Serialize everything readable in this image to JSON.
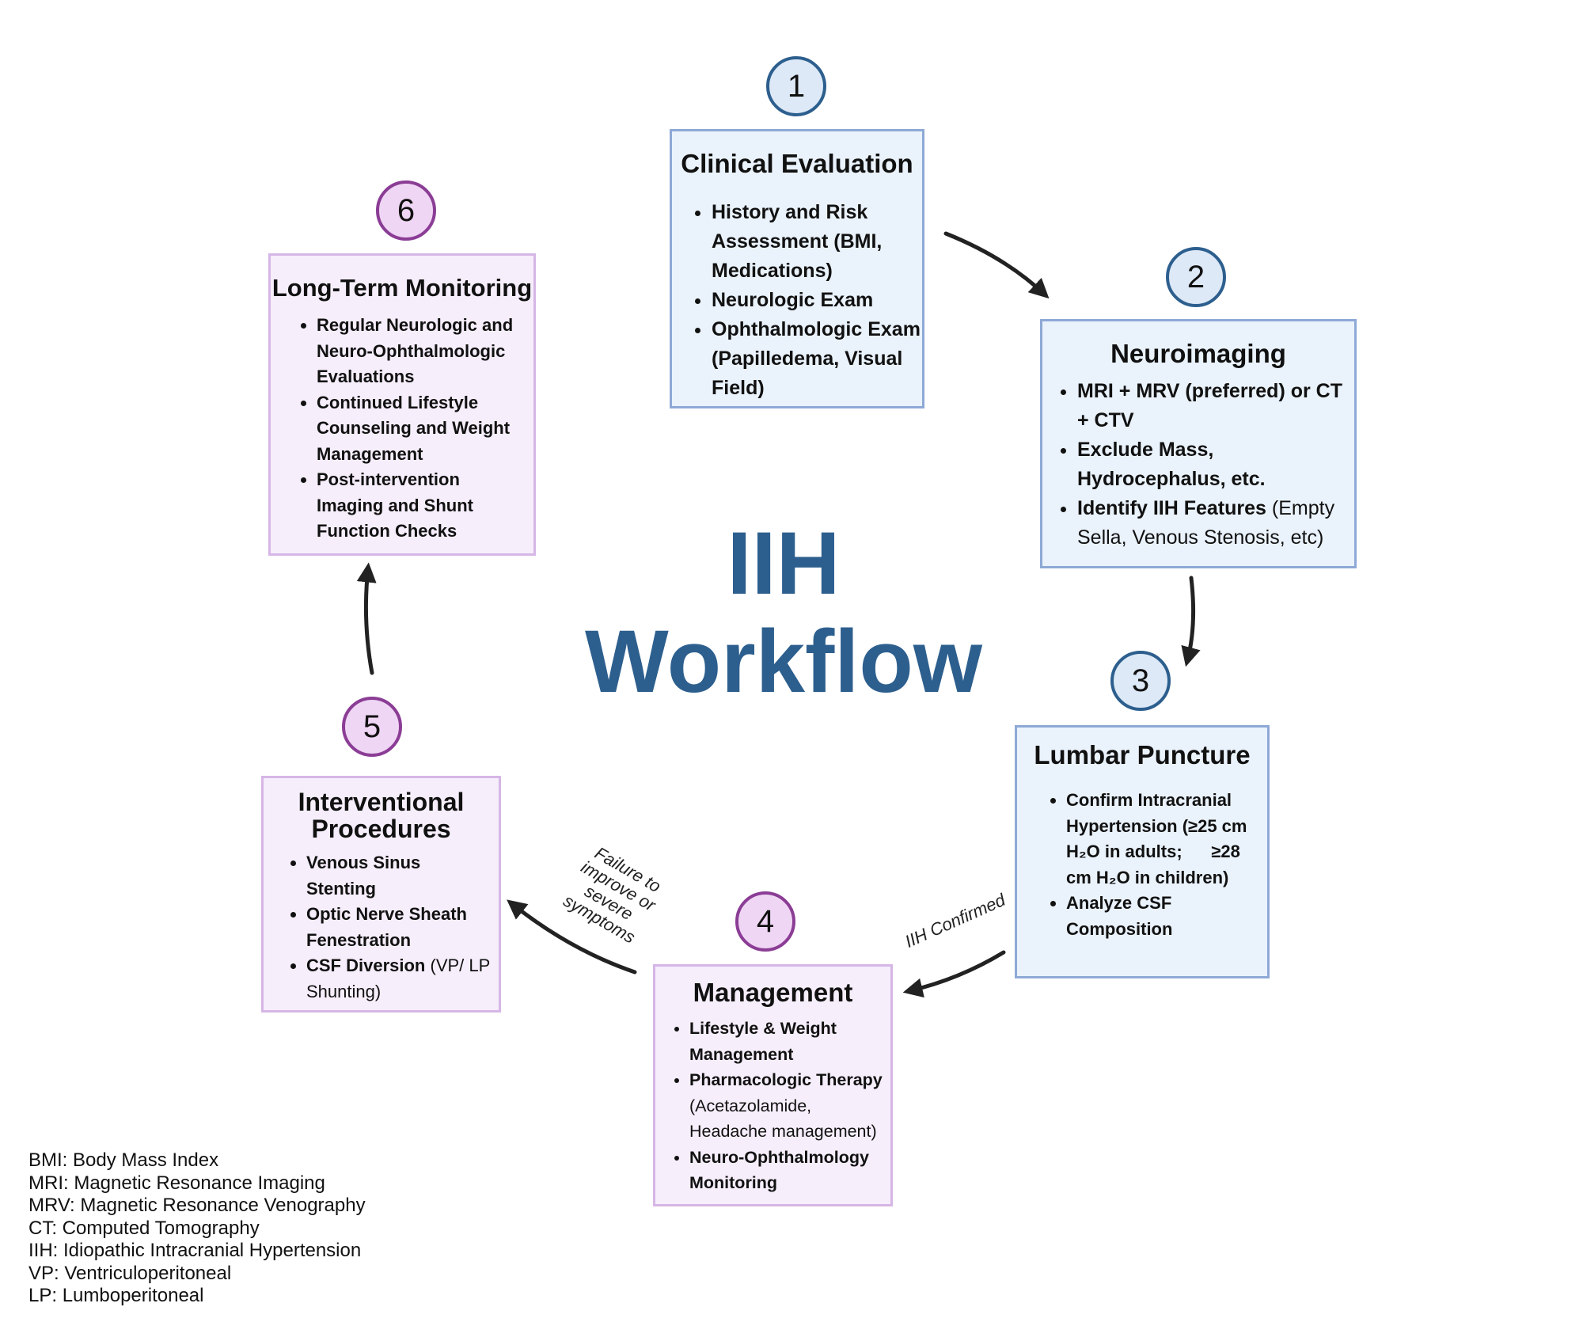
{
  "title": {
    "line1": "IIH",
    "line2": "Workflow"
  },
  "steps": [
    {
      "number": "1",
      "title": "Clinical Evaluation",
      "items": [
        {
          "bold": "History and Risk Assessment (BMI, Medications)",
          "plain": ""
        },
        {
          "bold": "Neurologic Exam",
          "plain": ""
        },
        {
          "bold": "Ophthalmologic Exam (Papilledema, Visual Field)",
          "plain": ""
        }
      ]
    },
    {
      "number": "2",
      "title": "Neuroimaging",
      "items": [
        {
          "bold": "MRI + MRV (preferred) or CT + CTV",
          "plain": ""
        },
        {
          "bold": "Exclude Mass, Hydrocephalus, etc.",
          "plain": ""
        },
        {
          "bold": "Identify IIH Features",
          "plain": " (Empty Sella, Venous Stenosis, etc)"
        }
      ]
    },
    {
      "number": "3",
      "title": "Lumbar Puncture",
      "items": [
        {
          "bold": "Confirm Intracranial Hypertension (≥25 cm H₂O in adults;      ≥28 cm H₂O in children)",
          "plain": ""
        },
        {
          "bold": "Analyze CSF Composition",
          "plain": ""
        }
      ]
    },
    {
      "number": "4",
      "title": "Management",
      "items": [
        {
          "bold": "Lifestyle & Weight Management",
          "plain": ""
        },
        {
          "bold": "Pharmacologic Therapy",
          "plain": " (Acetazolamide, Headache management)"
        },
        {
          "bold": "Neuro-Ophthalmology Monitoring",
          "plain": ""
        }
      ]
    },
    {
      "number": "5",
      "title": "Interventional Procedures",
      "items": [
        {
          "bold": "Venous Sinus Stenting",
          "plain": ""
        },
        {
          "bold": "Optic Nerve Sheath Fenestration",
          "plain": ""
        },
        {
          "bold": "CSF Diversion",
          "plain": " (VP/ LP Shunting)"
        }
      ]
    },
    {
      "number": "6",
      "title": "Long-Term Monitoring",
      "items": [
        {
          "bold": "Regular Neurologic and Neuro-Ophthalmologic Evaluations",
          "plain": ""
        },
        {
          "bold": "Continued Lifestyle Counseling and Weight Management",
          "plain": ""
        },
        {
          "bold": "Post-intervention Imaging and Shunt Function Checks",
          "plain": ""
        }
      ]
    }
  ],
  "arrow_labels": {
    "iih_confirmed": "IIH Confirmed",
    "failure": "Failure to\nimprove or\nsevere\nsymptoms"
  },
  "legend": [
    "BMI: Body Mass Index",
    "MRI: Magnetic Resonance Imaging",
    "MRV: Magnetic Resonance Venography",
    "CT: Computed Tomography",
    "IIH: Idiopathic Intracranial Hypertension",
    "VP: Ventriculoperitoneal",
    "LP: Lumboperitoneal"
  ],
  "colors": {
    "blue_accent": "#2d5f8e",
    "blue_fill": "#eaf2fb",
    "blue_border": "#8ea9d6",
    "purple_accent": "#8b3d95",
    "purple_fill": "#f6eefb",
    "purple_border": "#d6b6e6",
    "arrow": "#222222"
  }
}
